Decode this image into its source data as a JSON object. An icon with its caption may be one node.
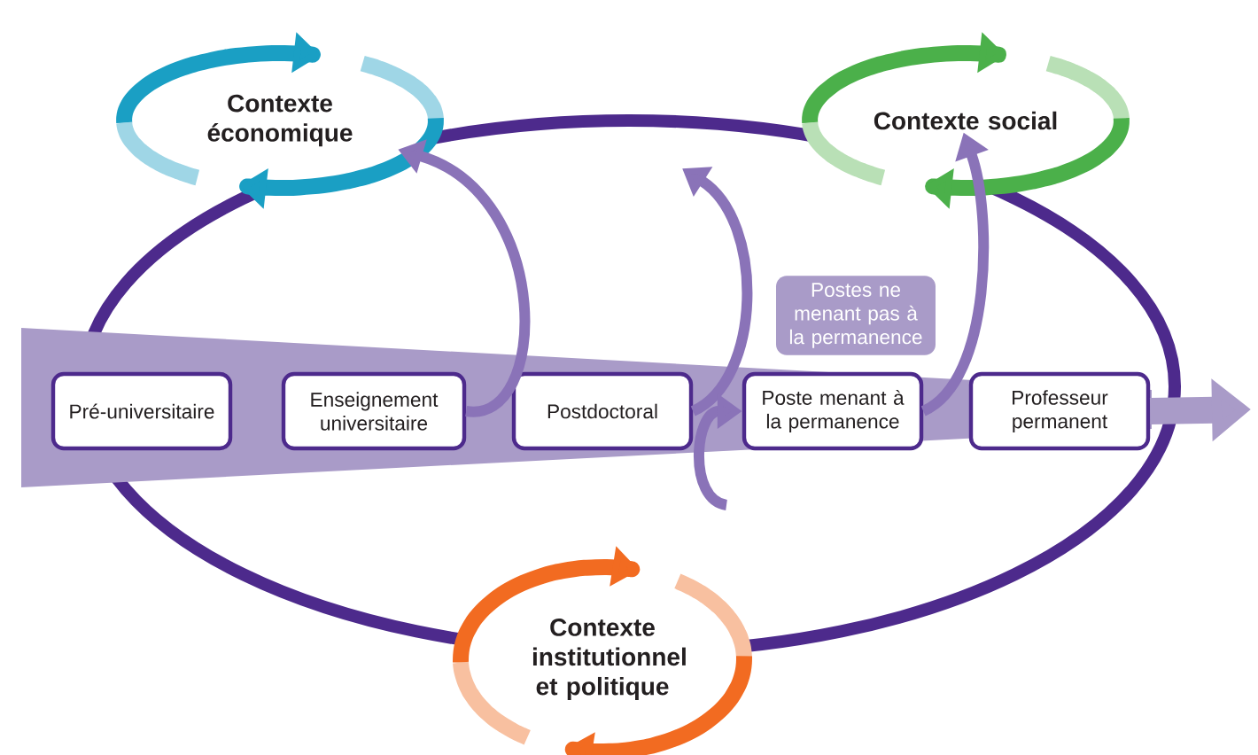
{
  "diagram": {
    "nodes": [
      {
        "text": [
          "Contexte économique"
        ]
      },
      {
        "text": [
          "Contexte social"
        ]
      },
      {
        "text": [
          "Contexte institutionnel et politique"
        ]
      },
      {
        "text": [
          "Pré-universitaire"
        ]
      },
      {
        "text": [
          "Enseignement universitaire"
        ]
      },
      {
        "text": [
          "Postdoctoral"
        ]
      },
      {
        "text": [
          "Poste menant à la permanence"
        ]
      },
      {
        "text": [
          "Professeur permanent"
        ]
      },
      {
        "text": [
          "Postes ne menant pas à la permanence"
        ]
      }
    ],
    "edges": [
      {
        "from": 4,
        "to": 0,
        "arrow": "to"
      },
      {
        "from": 5,
        "to": null,
        "arrow": "to"
      },
      {
        "from": 6,
        "to": 1,
        "arrow": "to"
      },
      {
        "from": null,
        "to": 6,
        "arrow": "to"
      },
      {
        "from": 7,
        "to": null,
        "arrow": "to",
        "style": "thick",
        "color": "#a99bc8"
      }
    ]
  }
}
